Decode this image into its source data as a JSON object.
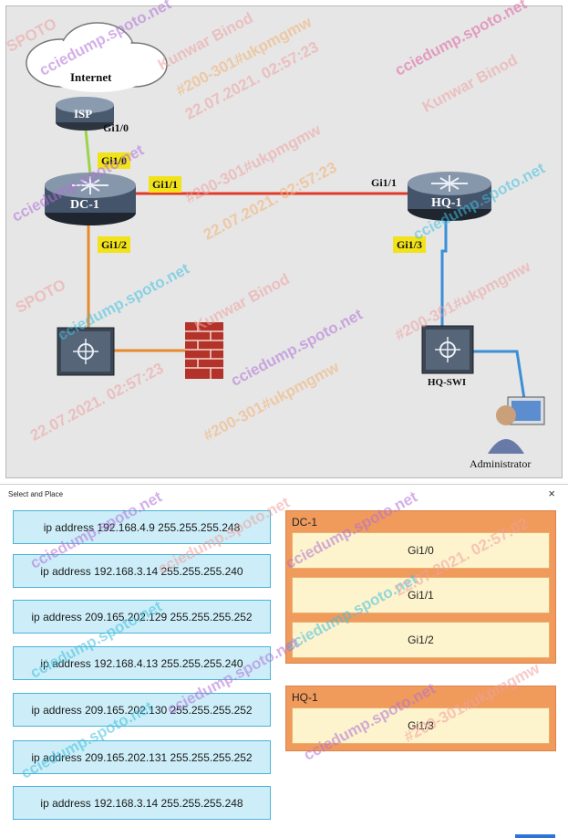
{
  "topology": {
    "nodes": {
      "internet": "Internet",
      "isp": "ISP",
      "dc1": "DC-1",
      "hq1": "HQ-1",
      "hqswi": "HQ-SWI",
      "admin": "Administrator"
    },
    "interface_labels": {
      "isp_gi10": "Gi1/0",
      "dc_gi10": "Gi1/0",
      "dc_gi11": "Gi1/1",
      "dc_gi12": "Gi1/2",
      "hq_gi11": "Gi1/1",
      "hq_gi13": "Gi1/3"
    },
    "colors": {
      "link_red": "#e03a2a",
      "link_orange": "#e8892f",
      "link_blue": "#3a8fd6",
      "link_green": "#9bd34a",
      "label_yellow": "#f2e21a"
    }
  },
  "dialog": {
    "title": "Select and Place",
    "close_glyph": "×",
    "commands": [
      "ip address 192.168.4.9 255.255.255.248",
      "ip address 192.168.3.14 255.255.255.240",
      "ip address 209.165.202.129 255.255.255.252",
      "ip address 192.168.4.13 255.255.255.240",
      "ip address 209.165.202.130 255.255.255.252",
      "ip address 209.165.202.131 255.255.255.252",
      "ip address 192.168.3.14 255.255.255.248"
    ],
    "targets": {
      "dc1": {
        "title": "DC-1",
        "slots": [
          "Gi1/0",
          "Gi1/1",
          "Gi1/2"
        ]
      },
      "hq1": {
        "title": "HQ-1",
        "slots": [
          "Gi1/3"
        ]
      }
    },
    "colors": {
      "command_bg": "#cdeef8",
      "group_bg": "#f09a5c",
      "slot_bg": "#fdf3cc"
    }
  },
  "watermarks": {
    "site": "cciedump.spoto.net",
    "brand": "SPOTO",
    "user": "Kunwar Binod",
    "tag": "#200-301#ukpmgmw",
    "stamp": "22.07.2021. 02:57:23",
    "stamp2": "22.07.2021. 02:57:02"
  }
}
